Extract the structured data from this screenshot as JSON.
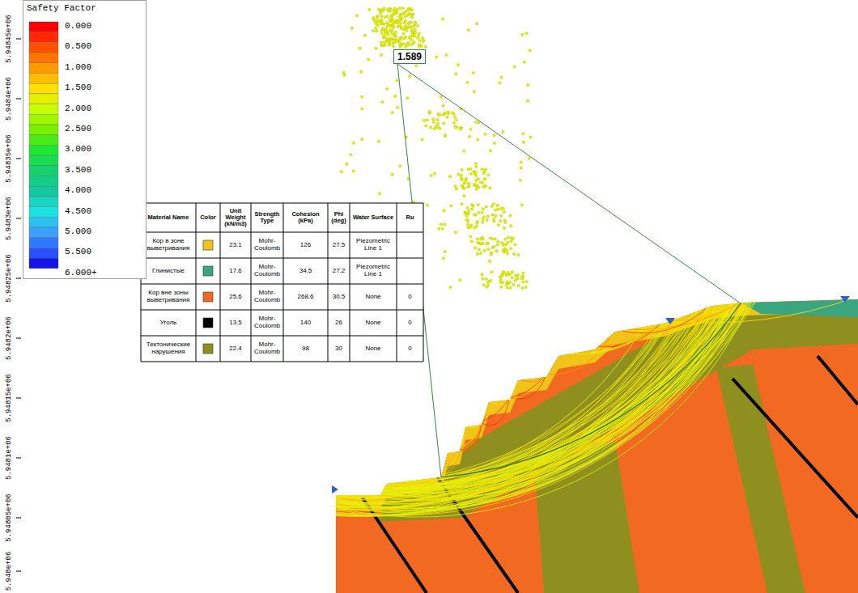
{
  "diagram": {
    "nodes": [
      {
        "text": [
          "1.589"
        ]
      }
    ],
    "labels": [
      "Safety Factor",
      "5.94845e+06",
      "5.9484e+06",
      "5.94835e+06",
      "5.9483e+06",
      "5.94825e+06",
      "5.9482e+06",
      "5.94815e+06",
      "5.9481e+06",
      "5.94805e+06",
      "5.948e+06",
      "Material Name",
      "Color",
      "Unit Weight (kN/m3)",
      "Strength Type",
      "Cohesion (kPa)",
      "Phi (deg)",
      "Water Surface",
      "Ru",
      "23.1",
      "Mohr-Coulomb",
      "126",
      "27.5",
      "Piezometric Line 1",
      "17.6",
      "Mohr-Coulomb",
      "34.5",
      "27.2",
      "Piezometric Line 1",
      "25.6",
      "Mohr-Coulomb",
      "268.6",
      "30.5",
      "None",
      "0",
      "13.5",
      "Mohr-Coulomb",
      "140",
      "26",
      "None",
      "0",
      "22.4",
      "Mohr-Coulomb",
      "98",
      "30",
      "None",
      "0"
    ],
    "legend": [
      {
        "text": "0.000",
        "color": "#ff0000"
      },
      {
        "text": "0.500",
        "color": "#ff5000"
      },
      {
        "text": "1.000",
        "color": "#ff9a00"
      },
      {
        "text": "1.500",
        "color": "#ffe000"
      },
      {
        "text": "2.000",
        "color": "#c8ff00"
      },
      {
        "text": "2.500",
        "color": "#78f000"
      },
      {
        "text": "3.000",
        "color": "#1ee632"
      },
      {
        "text": "3.500",
        "color": "#14d26e"
      },
      {
        "text": "4.000",
        "color": "#14c8a0"
      },
      {
        "text": "4.500",
        "color": "#1ee1e1"
      },
      {
        "text": "5.000",
        "color": "#3ca0ff"
      },
      {
        "text": "5.500",
        "color": "#2850ff"
      },
      {
        "text": "6.000+",
        "color": "#1414e6"
      },
      {
        "text": "Кор в зоне выветривания",
        "color": "#f2c417"
      },
      {
        "text": "Глинистые",
        "color": "#3aa57f"
      },
      {
        "text": "Кор вне зоны выветривания",
        "color": "#f26a21"
      },
      {
        "text": "Уголь",
        "color": "#000000"
      },
      {
        "text": "Тектонические нарушения",
        "color": "#8f8f1f"
      }
    ]
  }
}
